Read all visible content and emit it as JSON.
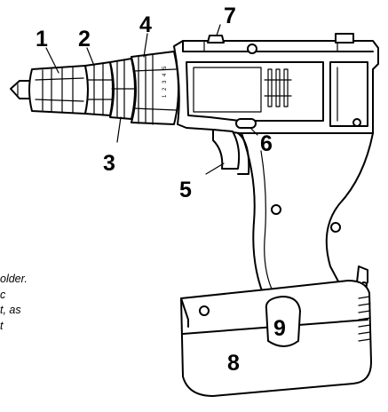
{
  "note_lines": [
    "older.",
    "c",
    "t, as",
    "t"
  ],
  "callouts": [
    "1",
    "2",
    "3",
    "4",
    "5",
    "6",
    "7",
    "8",
    "9"
  ],
  "scale_digits": [
    "1",
    "2",
    "3",
    "4",
    "5"
  ]
}
